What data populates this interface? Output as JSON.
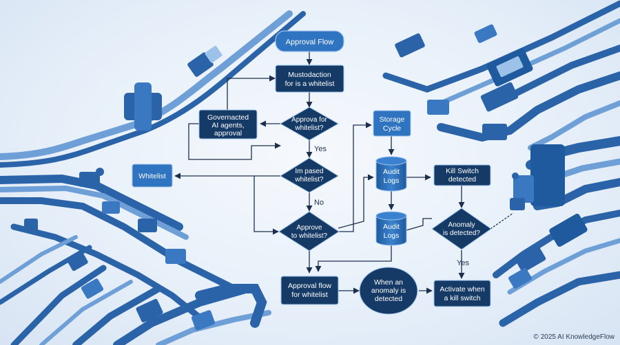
{
  "nodes": {
    "approval_flow_title": "Approval Flow",
    "mustodaction": [
      "Mustodaction",
      "for is a whitelist"
    ],
    "governacted": [
      "Governacted",
      "AI agents,",
      "approval"
    ],
    "approva_for_whitelist": [
      "Approva for",
      "whitelist?"
    ],
    "whitelist": "Whitelist",
    "im_pased": [
      "Im pased",
      "whitelist?"
    ],
    "approve_to_whitelist": [
      "Approve",
      "to whitelist?"
    ],
    "approval_flow_for_whitelist": [
      "Approval flow",
      "for whitelist"
    ],
    "storage_cycle": [
      "Storage",
      "Cycle"
    ],
    "audit_logs_1": [
      "Audit",
      "Logs"
    ],
    "audit_logs_2": [
      "Audit",
      "Logs"
    ],
    "kill_switch_detected": [
      "Kill Switch",
      "detected"
    ],
    "anomaly_is_detected": [
      "Anomaly",
      "is detected?"
    ],
    "when_anomaly": [
      "When an",
      "anomaly is",
      "detected"
    ],
    "activate_kill_switch": [
      "Activate when",
      "a kill switch"
    ]
  },
  "edge_labels": {
    "yes_1": "Yes",
    "no_1": "No",
    "yes_2": "Yes"
  },
  "footer": {
    "credit": "© 2025 AI KnowledgeFlow"
  },
  "colors": {
    "node_dark": "#163a66",
    "node_mid": "#1f5a9e",
    "node_light": "#2f74c0",
    "node_border": "#9cc2ea",
    "arrow": "#1c2f4d",
    "cable": "#2b63a8",
    "cable_light": "#6e9fd6",
    "text_light": "#ffffff"
  }
}
